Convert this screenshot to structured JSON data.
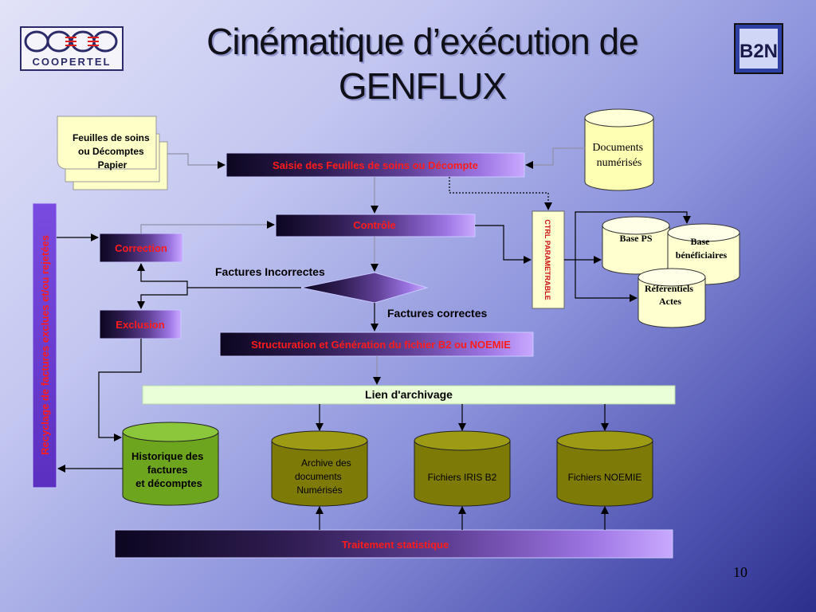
{
  "title": {
    "line1": "Cinématique d’exécution de",
    "line2": "GENFLUX"
  },
  "logos": {
    "left_text": "COOPERTEL",
    "right_text": "B2N"
  },
  "docs": {
    "feuilles": [
      "Feuilles de soins",
      "ou Décomptes",
      "Papier"
    ]
  },
  "cylinders": {
    "documents_numerises": [
      "Documents",
      "numérisés"
    ],
    "base_ps": [
      "Base PS"
    ],
    "base_beneficiaires": [
      "Base",
      "bénéficiaires"
    ],
    "referentiels": [
      "Référentiels",
      "Actes"
    ],
    "historique": [
      "Historique des",
      "factures",
      "et décomptes"
    ],
    "archive": [
      "Archive des",
      "documents",
      "Numérisés"
    ],
    "iris": [
      "Fichiers IRIS B2"
    ],
    "noemie": [
      "Fichiers NOEMIE"
    ]
  },
  "boxes": {
    "saisie": "Saisie des Feuilles de soins ou Décompte",
    "controle": "Contrôle",
    "correction": "Correction",
    "exclusion": "Exclusion",
    "structuration": "Structuration et Génération du fichier B2 ou NOEMIE",
    "lien": "Lien d'archivage",
    "traitement": "Traitement statistique",
    "ctrl_param": "CTRL PARAMETRABLE",
    "recyclage": "Recyclage de factures exclues et/ou rejetées"
  },
  "labels": {
    "incorrectes": "Factures Incorrectes",
    "correctes": "Factures correctes"
  },
  "page_number": "10"
}
